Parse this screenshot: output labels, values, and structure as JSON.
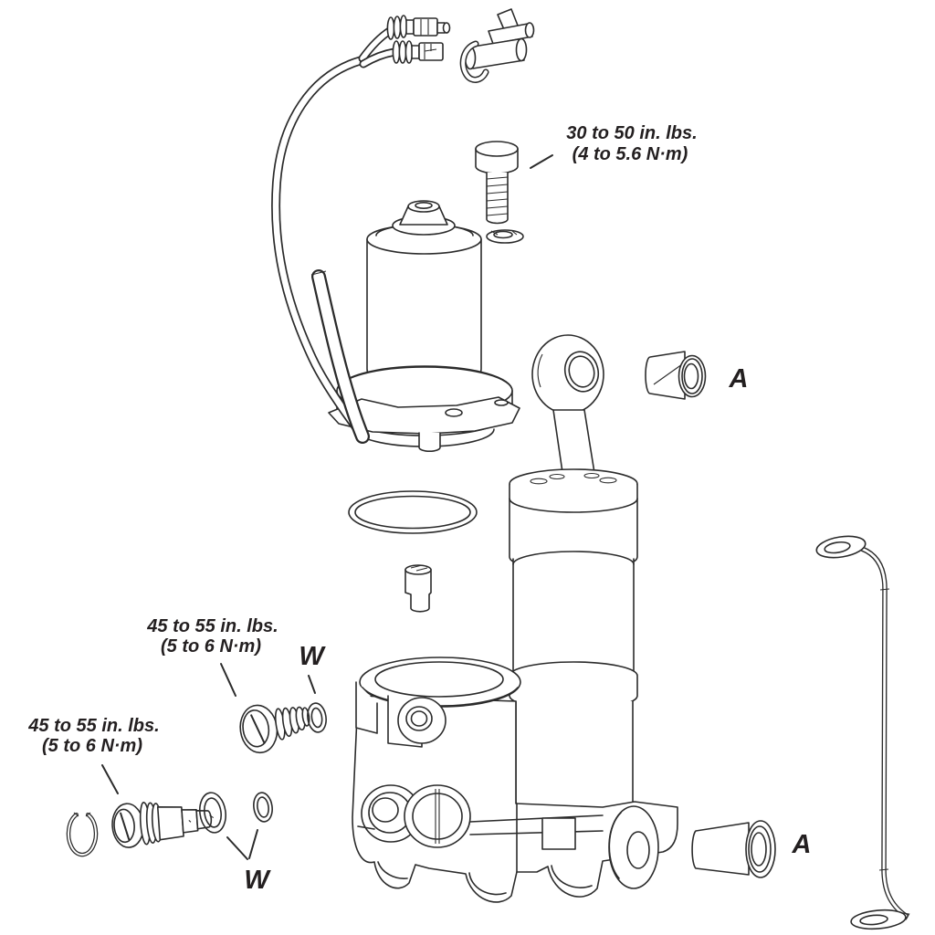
{
  "canvas": {
    "background": "#ffffff",
    "line_color": "#2b2b2b",
    "text_color": "#231f20"
  },
  "labels": {
    "torque_motor_screw": {
      "line1": "30 to 50 in. lbs.",
      "line2": "(4 to 5.6 N·m)"
    },
    "torque_fill_plug": {
      "line1": "45 to 55 in. lbs.",
      "line2": "(5 to 6 N·m)"
    },
    "torque_release_valve": {
      "line1": "45 to 55 in. lbs.",
      "line2": "(5 to 6 N·m)"
    },
    "bushing_upper": "A",
    "bushing_lower": "A",
    "oring_marker_upper": "W",
    "oring_marker_lower": "W"
  }
}
